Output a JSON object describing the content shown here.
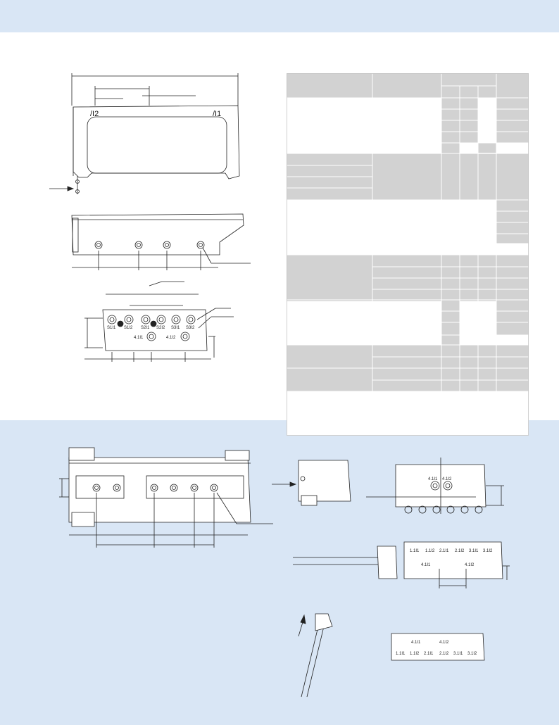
{
  "drawing_top": {
    "marker_p2": "/I2",
    "marker_p1": "/I1"
  },
  "terminals_front": [
    "S1I1",
    "S1I2",
    "S2I1",
    "S2I2",
    "S3I1",
    "S3I2"
  ],
  "terminals_front_lower": [
    "4.1I1",
    "4.1I2"
  ],
  "terminals_side": [
    "4.1I1",
    "4.1I2"
  ],
  "terminals_mid": [
    "1.1I1",
    "1.1I2",
    "2.1I1",
    "2.1I2",
    "3.1I1",
    "3.1I2"
  ],
  "terminals_mid_lower": [
    "4.1I1",
    "4.1I2"
  ],
  "terminals_bottom": [
    "4.1I1",
    "4.1I2"
  ],
  "terminals_bottom_lower": [
    "1.1I1",
    "1.1I2",
    "2.1I1",
    "2.1I2",
    "3.1I1",
    "3.1I2"
  ],
  "colors": {
    "band": "#d9e6f5",
    "table_shade": "#d2d2d2",
    "line": "#222222"
  }
}
